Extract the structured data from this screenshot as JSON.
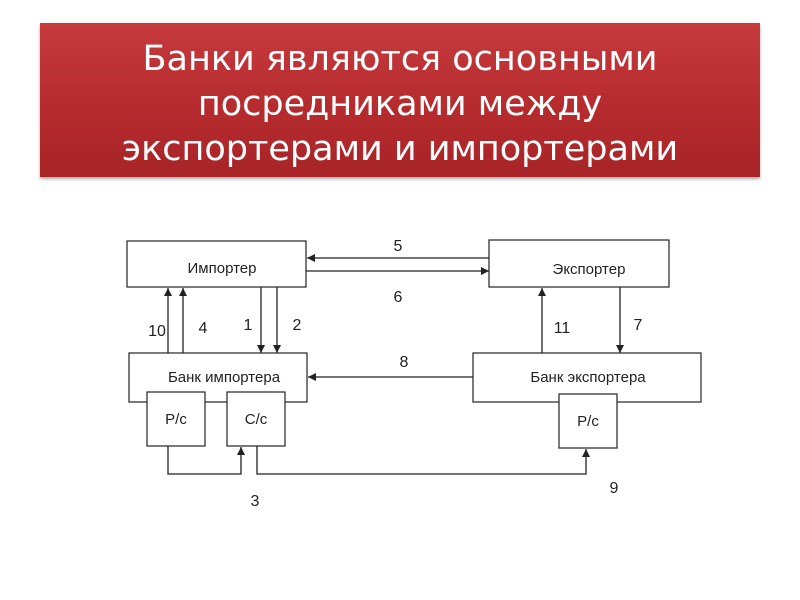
{
  "title": {
    "lines": [
      "Банки являются основными",
      "посредниками между",
      "экспортерами и импортерами"
    ]
  },
  "diagram": {
    "nodes": {
      "importer": "Импортер",
      "exporter": "Экспортер",
      "importer_bank": "Банк импортера",
      "exporter_bank": "Банк экспортера",
      "importer_bank_rs": "Р/с",
      "importer_bank_ss": "С/с",
      "exporter_bank_rs": "Р/с"
    },
    "flows": {
      "f1": "1",
      "f2": "2",
      "f3": "3",
      "f4": "4",
      "f5": "5",
      "f6": "6",
      "f7": "7",
      "f8": "8",
      "f9": "9",
      "f10": "10",
      "f11": "11"
    }
  },
  "colors": {
    "banner": "#b62b2e",
    "banner_text": "#ffffff",
    "line": "#222222"
  }
}
